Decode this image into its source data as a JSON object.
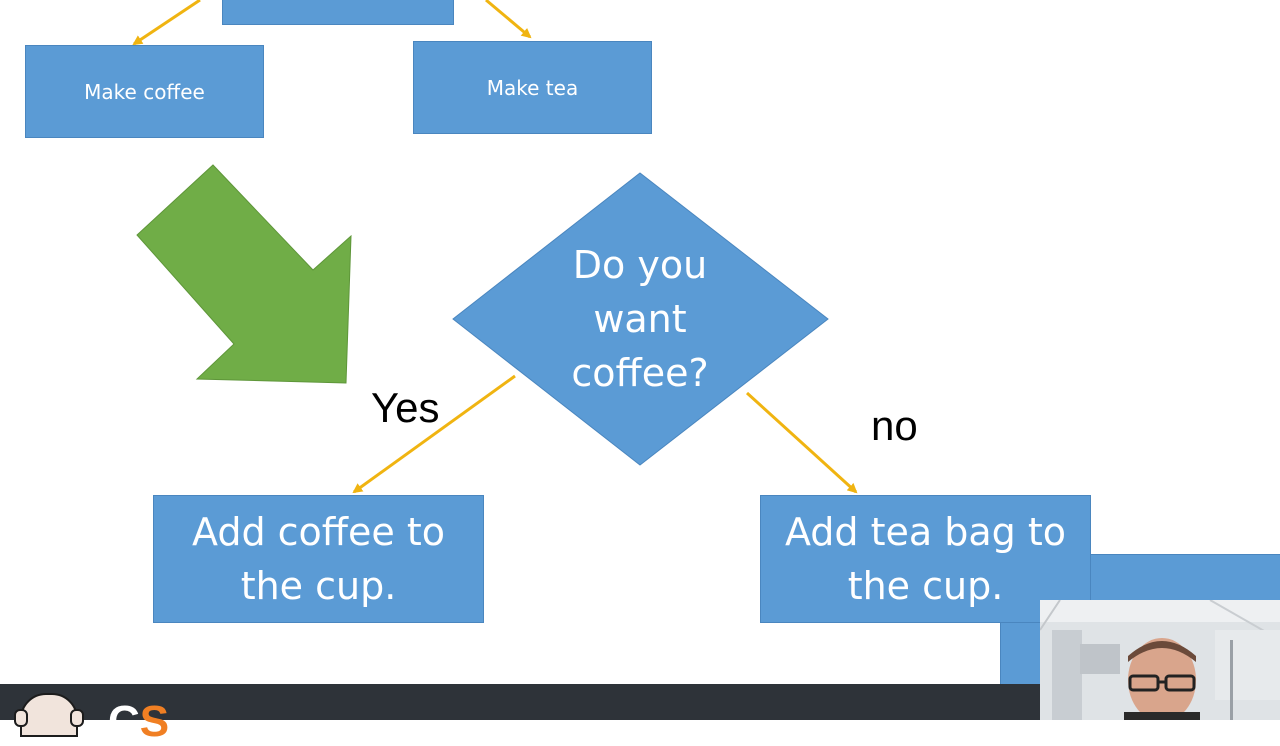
{
  "diagram": {
    "nodes": {
      "top_partial": "",
      "make_coffee": "Make coffee",
      "make_tea": "Make tea",
      "decision": "Do you want coffee?",
      "decision_lines": [
        "Do you",
        "want",
        "coffee?"
      ],
      "add_coffee_lines": [
        "Add coffee to",
        "the cup."
      ],
      "add_tea_lines": [
        "Add tea bag to",
        "the cup."
      ],
      "next_partial": ""
    },
    "edge_labels": {
      "yes": "Yes",
      "no": "no"
    },
    "colors": {
      "box_fill": "#5b9bd5",
      "connector": "#f0b411",
      "big_arrow": "#70ad47"
    }
  },
  "footer": {
    "logo_letters": [
      "C",
      "S"
    ],
    "logo_icon": "bald-cartoon-face-icon"
  },
  "webcam": {
    "description_icon": "presenter-webcam"
  }
}
